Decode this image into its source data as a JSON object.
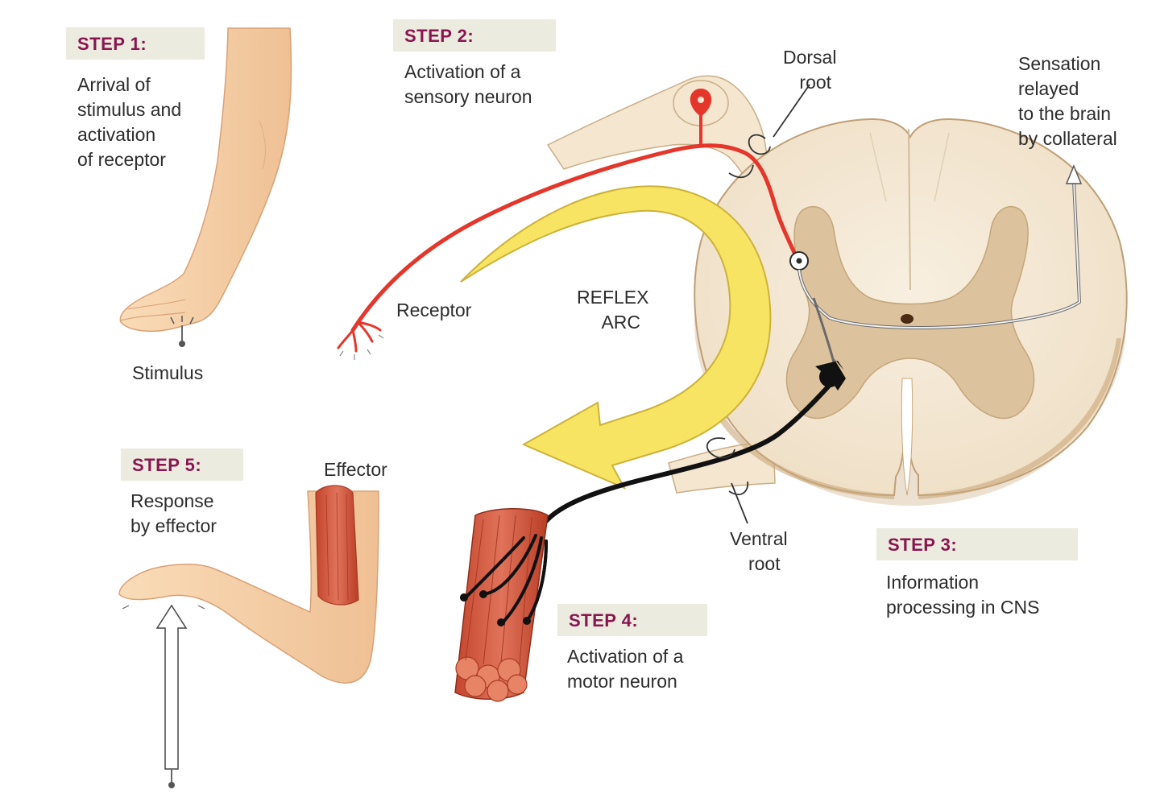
{
  "steps": {
    "step1": {
      "title": "STEP 1:",
      "lines": [
        "Arrival of",
        "stimulus and",
        "activation",
        "of receptor"
      ]
    },
    "step2": {
      "title": "STEP 2:",
      "lines": [
        "Activation of a",
        "sensory neuron"
      ]
    },
    "step3": {
      "title": "STEP 3:",
      "lines": [
        "Information",
        "processing in CNS"
      ]
    },
    "step4": {
      "title": "STEP 4:",
      "lines": [
        "Activation of a",
        "motor neuron"
      ]
    },
    "step5": {
      "title": "STEP 5:",
      "lines": [
        "Response",
        "by effector"
      ]
    }
  },
  "labels": {
    "stimulus": "Stimulus",
    "receptor": "Receptor",
    "reflex_arc": [
      "REFLEX",
      "ARC"
    ],
    "dorsal_root": [
      "Dorsal",
      "root"
    ],
    "ventral_root": [
      "Ventral",
      "root"
    ],
    "sensation": [
      "Sensation",
      "relayed",
      "to the brain",
      "by collateral"
    ],
    "effector": "Effector"
  },
  "colors": {
    "step_title": "#8a1550",
    "step_box": "#ecebdf",
    "sensory_neuron": "#e5362b",
    "motor_neuron": "#111111",
    "reflex_arrow": "#f6e462",
    "spinal_white_matter": "#f3e8d6",
    "spinal_gray_matter": "#dcc39d",
    "skin": "#f7d2a8",
    "muscle": "#d4563a"
  }
}
